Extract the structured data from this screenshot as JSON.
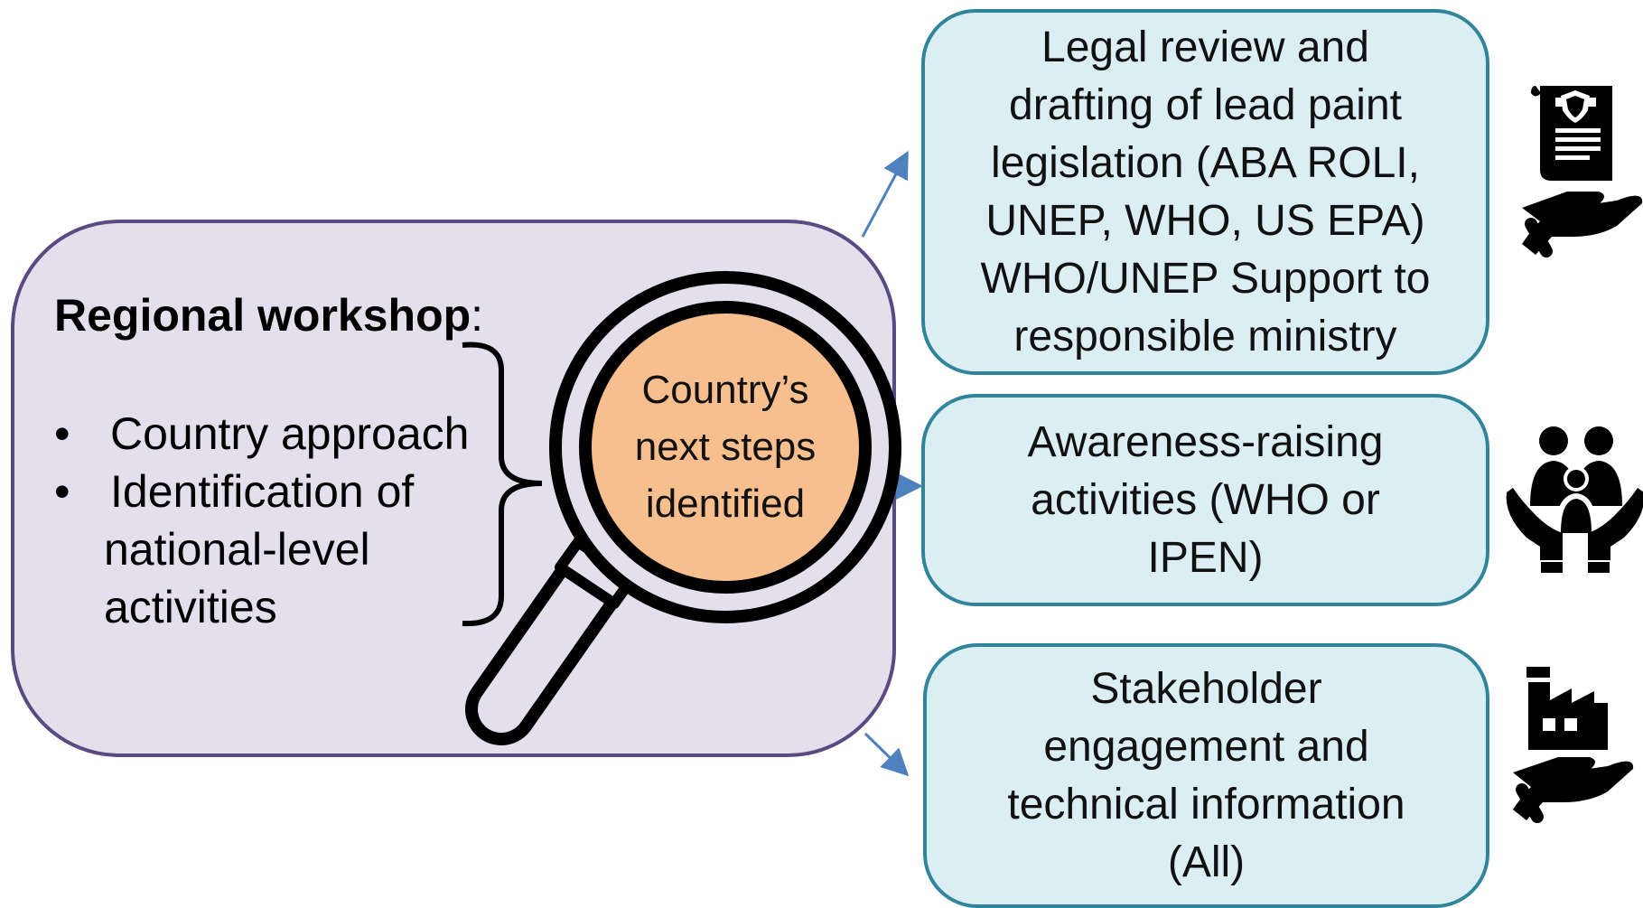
{
  "workshop": {
    "title_bold": "Regional workshop",
    "title_suffix": ":",
    "items": [
      "Country approach",
      "Identification of",
      "national-level",
      "activities"
    ]
  },
  "magnifier": {
    "lines": [
      "Country’s",
      "next steps",
      "identified"
    ]
  },
  "activities": [
    {
      "lines": [
        "Legal review and",
        "drafting of lead paint",
        "legislation (ABA ROLI,",
        "UNEP, WHO, US EPA)",
        "WHO/UNEP Support to",
        "responsible ministry"
      ],
      "icon": "legal-document-hand-icon"
    },
    {
      "lines": [
        "Awareness-raising",
        "activities (WHO or",
        "IPEN)"
      ],
      "icon": "family-care-hands-icon"
    },
    {
      "lines": [
        "Stakeholder",
        "engagement and",
        "technical information",
        "(All)"
      ],
      "icon": "factory-hand-icon"
    }
  ],
  "colors": {
    "workshop_fill": "#e4dfec",
    "workshop_border": "#5b4a82",
    "activity_fill": "#dbeef3",
    "activity_border": "#31859b",
    "lens_fill": "#f8bf8e",
    "arrow": "#4f81bd"
  }
}
